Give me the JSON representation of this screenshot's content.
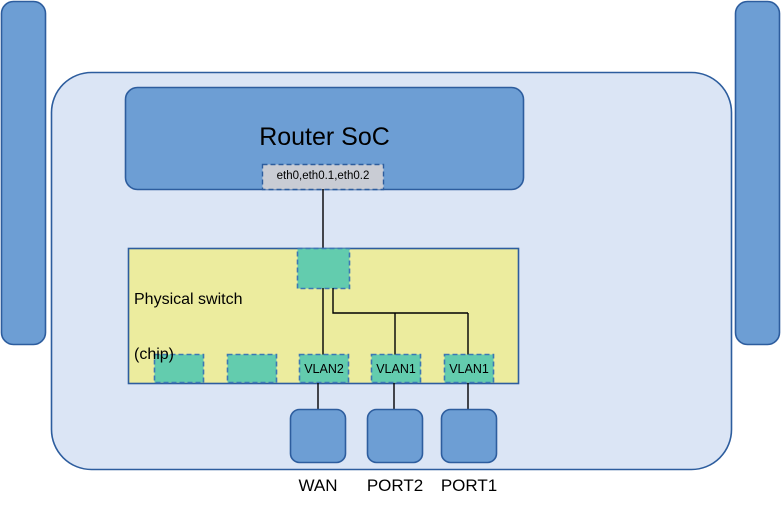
{
  "diagram": {
    "title_visible": false,
    "colors": {
      "antenna_fill": "#6d9ed4",
      "antenna_stroke": "#2d5d9e",
      "body_fill": "#dbe5f5",
      "body_stroke": "#2d5d9e",
      "soc_fill": "#6d9ed4",
      "soc_stroke": "#2d5d9e",
      "cpu_port_fill": "#c9ccd4",
      "cpu_port_stroke": "#2d5d9e",
      "switch_fill": "#ecec9e",
      "switch_stroke": "#2d5d9e",
      "vlan_fill": "#63ccae",
      "vlan_stroke": "#3c78b4",
      "jack_fill": "#6d9ed4",
      "jack_stroke": "#2d5d9e",
      "line_stroke": "#000000",
      "text": "#000000"
    },
    "antennas": [
      {
        "name": "left-antenna"
      },
      {
        "name": "right-antenna"
      }
    ],
    "soc": {
      "label": "Router SoC"
    },
    "cpu_port": {
      "label": "eth0,eth0.1,eth0.2"
    },
    "switch": {
      "label_line1": "Physical switch",
      "label_line2": "(chip)",
      "label": "Physical switch\n(chip)"
    },
    "switch_ports": [
      {
        "name": "switch-port-unused-1",
        "label": ""
      },
      {
        "name": "switch-port-unused-2",
        "label": ""
      },
      {
        "name": "switch-port-vlan2",
        "label": "VLAN2"
      },
      {
        "name": "switch-port-vlan1-a",
        "label": "VLAN1"
      },
      {
        "name": "switch-port-vlan1-b",
        "label": "VLAN1"
      }
    ],
    "jacks": [
      {
        "name": "jack-wan",
        "label": "WAN"
      },
      {
        "name": "jack-port2",
        "label": "PORT2"
      },
      {
        "name": "jack-port1",
        "label": "PORT1"
      }
    ]
  }
}
